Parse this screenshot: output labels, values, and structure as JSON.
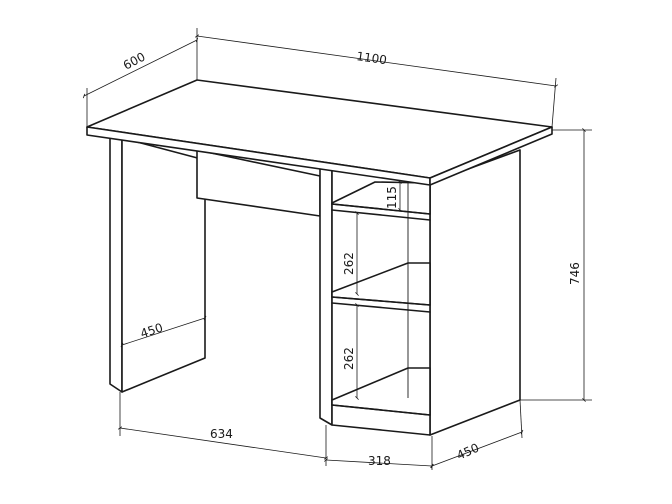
{
  "dimensions": {
    "width_top": "1100",
    "depth_top": "600",
    "height": "746",
    "shelf_top": "115",
    "shelf_mid": "262",
    "shelf_bottom": "262",
    "leg_depth": "450",
    "knee_width": "634",
    "shelf_width": "318",
    "pedestal_depth": "450"
  }
}
